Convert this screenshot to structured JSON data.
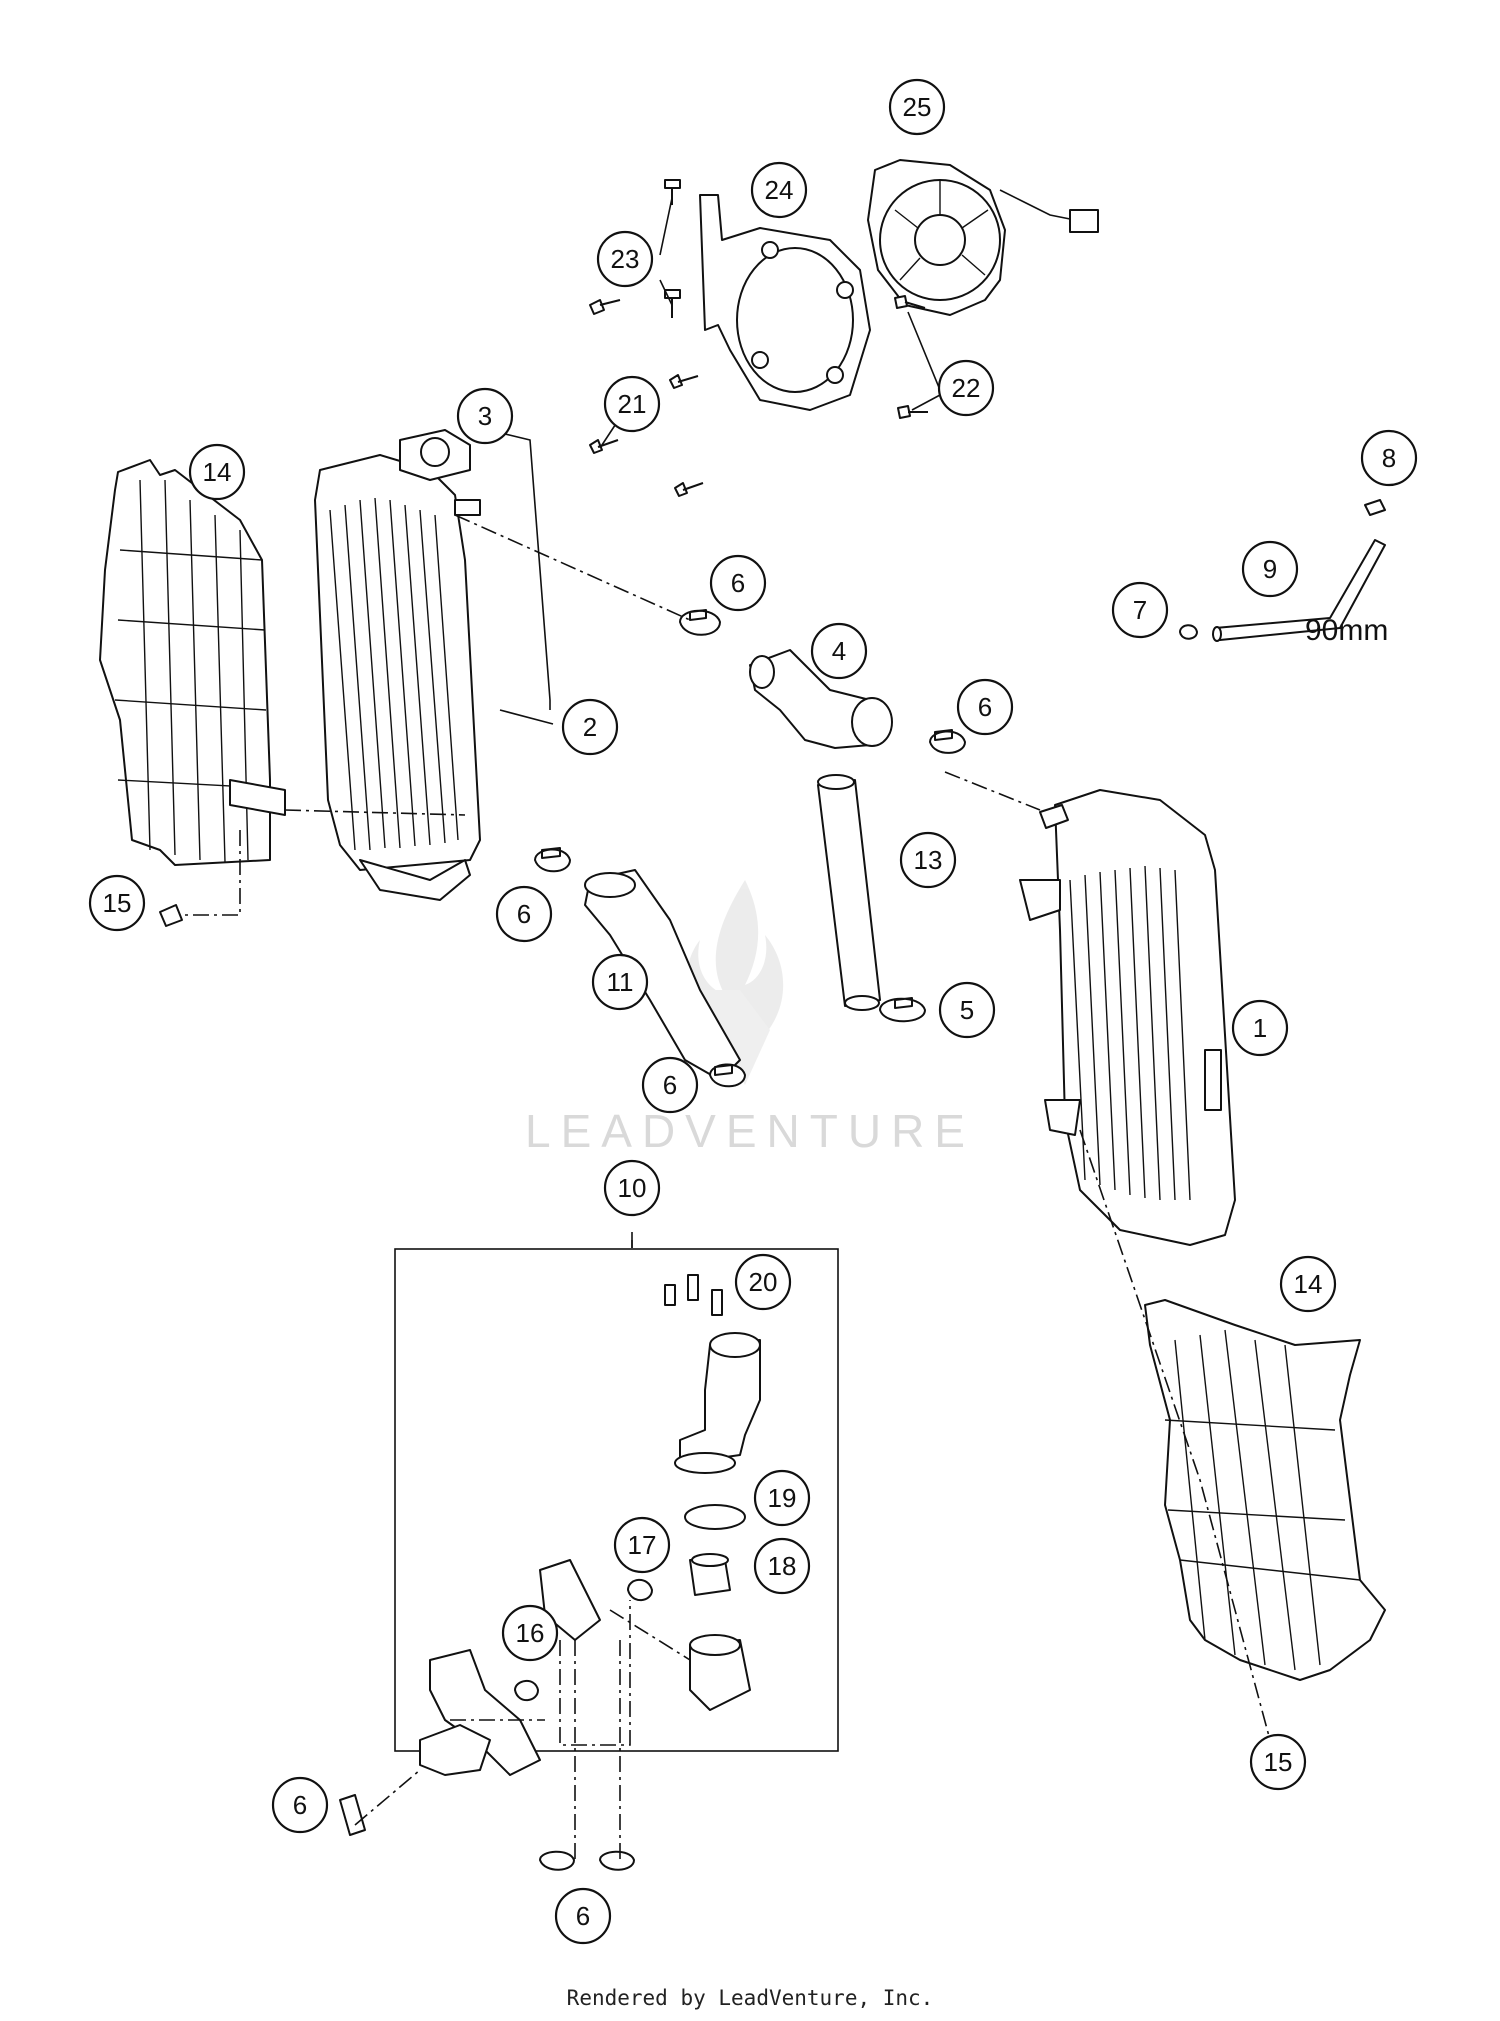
{
  "diagram": {
    "callouts": [
      "25",
      "24",
      "23",
      "22",
      "21",
      "3",
      "14",
      "2",
      "6",
      "4",
      "8",
      "7",
      "9",
      "6",
      "13",
      "15",
      "6",
      "11",
      "5",
      "1",
      "6",
      "10",
      "20",
      "14",
      "19",
      "17",
      "18",
      "16",
      "15",
      "6",
      "6"
    ],
    "dimension_label": "90mm",
    "watermark": "LEADVENTURE",
    "footer": "Rendered by LeadVenture, Inc."
  }
}
